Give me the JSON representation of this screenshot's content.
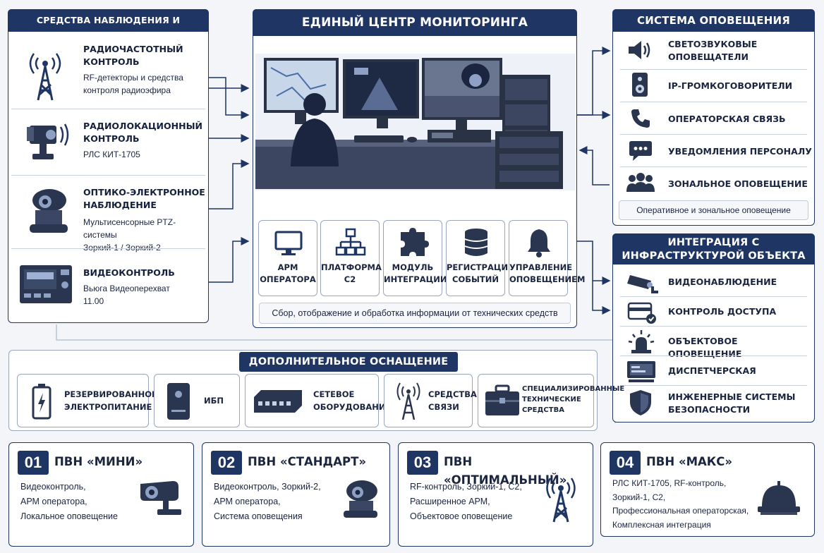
{
  "left_panel": {
    "title": "СРЕДСТВА НАБЛЮДЕНИЯ И ОБНАРУЖЕНИЯ",
    "items": [
      {
        "title_1": "РАДИОЧАСТОТНЫЙ",
        "title_2": "КОНТРОЛЬ",
        "desc_1": "RF-детекторы и средства",
        "desc_2": "контроля радиоэфира",
        "icon": "radio-tower-icon"
      },
      {
        "title_1": "РАДИОЛОКАЦИОННЫЙ",
        "title_2": "КОНТРОЛЬ",
        "desc_1": "РЛС КИТ-1705",
        "desc_2": "",
        "icon": "radar-camera-icon"
      },
      {
        "title_1": "ОПТИКО-ЭЛЕКТРОННОЕ",
        "title_2": "НАБЛЮДЕНИЕ",
        "desc_1": "Мультисенсорные PTZ-системы",
        "desc_2": "Зоркий-1 / Зоркий-2",
        "icon": "ptz-camera-icon"
      },
      {
        "title_1": "ВИДЕОКОНТРОЛЬ",
        "title_2": "",
        "desc_1": "Вьюга Видеоперехват",
        "desc_2": "11.00",
        "icon": "video-receiver-icon"
      }
    ]
  },
  "center_panel": {
    "title": "ЕДИНЫЙ ЦЕНТР МОНИТОРИНГА",
    "modules": [
      {
        "line_1": "АРМ",
        "line_2": "ОПЕРАТОРА",
        "icon": "monitor-icon"
      },
      {
        "line_1": "ПЛАТФОРМА",
        "line_2": "С2",
        "icon": "hierarchy-icon"
      },
      {
        "line_1": "МОДУЛЬ",
        "line_2": "ИНТЕГРАЦИИ",
        "icon": "puzzle-icon"
      },
      {
        "line_1": "РЕГИСТРАЦИЯ",
        "line_2": "СОБЫТИЙ",
        "icon": "database-icon"
      },
      {
        "line_1": "УПРАВЛЕНИЕ",
        "line_2": "ОПОВЕЩЕНИЕМ",
        "icon": "bell-icon"
      }
    ],
    "footer": "Сбор, отображение и обработка информации от технических средств"
  },
  "alert_panel": {
    "title": "СИСТЕМА ОПОВЕЩЕНИЯ",
    "items": [
      {
        "line_1": "СВЕТОЗВУКОВЫЕ",
        "line_2": "ОПОВЕЩАТЕЛИ",
        "icon": "speaker-icon"
      },
      {
        "line_1": "IP-ГРОМКОГОВОРИТЕЛИ",
        "line_2": "",
        "icon": "loudspeaker-box-icon"
      },
      {
        "line_1": "ОПЕРАТОРСКАЯ СВЯЗЬ",
        "line_2": "",
        "icon": "phone-icon"
      },
      {
        "line_1": "УВЕДОМЛЕНИЯ ПЕРСОНАЛУ",
        "line_2": "",
        "icon": "chat-icon"
      },
      {
        "line_1": "ЗОНАЛЬНОЕ ОПОВЕЩЕНИЕ",
        "line_2": "",
        "icon": "group-icon"
      }
    ],
    "footer": "Оперативное и зональное оповещение"
  },
  "integration_panel": {
    "title_1": "ИНТЕГРАЦИЯ С",
    "title_2": "ИНФРАСТРУКТУРОЙ ОБЪЕКТА",
    "items": [
      {
        "line_1": "ВИДЕОНАБЛЮДЕНИЕ",
        "line_2": "",
        "icon": "cctv-icon"
      },
      {
        "line_1": "КОНТРОЛЬ ДОСТУПА",
        "line_2": "",
        "icon": "access-card-icon"
      },
      {
        "line_1": "ОБЪЕКТОВОЕ ОПОВЕЩЕНИЕ",
        "line_2": "",
        "icon": "beacon-icon"
      },
      {
        "line_1": "ДИСПЕТЧЕРСКАЯ",
        "line_2": "",
        "icon": "dispatch-icon"
      },
      {
        "line_1": "ИНЖЕНЕРНЫЕ СИСТЕМЫ",
        "line_2": "БЕЗОПАСНОСТИ",
        "icon": "shield-icon"
      }
    ]
  },
  "equipment_panel": {
    "title": "ДОПОЛНИТЕЛЬНОЕ ОСНАЩЕНИЕ",
    "items": [
      {
        "line_1": "РЕЗЕРВИРОВАННОЕ",
        "line_2": "ЭЛЕКТРОПИТАНИЕ",
        "line_3": "",
        "icon": "battery-icon"
      },
      {
        "line_1": "ИБП",
        "line_2": "",
        "line_3": "",
        "icon": "ups-icon"
      },
      {
        "line_1": "СЕТЕВОЕ",
        "line_2": "ОБОРУДОВАНИЕ",
        "line_3": "",
        "icon": "network-switch-icon"
      },
      {
        "line_1": "СРЕДСТВА",
        "line_2": "СВЯЗИ",
        "line_3": "",
        "icon": "antenna-icon"
      },
      {
        "line_1": "СПЕЦИАЛИЗИРОВАННЫЕ",
        "line_2": "ТЕХНИЧЕСКИЕ",
        "line_3": "СРЕДСТВА",
        "icon": "toolbox-icon"
      }
    ]
  },
  "packages": [
    {
      "num": "01",
      "title": "ПВН «МИНИ»",
      "desc": [
        "Видеоконтроль,",
        "АРМ оператора,",
        "Локальное оповещение"
      ],
      "icon": "bullet-camera-icon"
    },
    {
      "num": "02",
      "title": "ПВН «СТАНДАРТ»",
      "desc": [
        "Видеоконтроль, Зоркий-2,",
        "АРМ оператора,",
        "Система оповещения"
      ],
      "icon": "ptz-camera-icon"
    },
    {
      "num": "03",
      "title": "ПВН «ОПТИМАЛЬНЫЙ»",
      "desc": [
        "RF-контроль, Зоркий-1, С2,",
        "Расширенное АРМ,",
        "Объектовое оповещение"
      ],
      "icon": "radio-tower-icon"
    },
    {
      "num": "04",
      "title": "ПВН «МАКС»",
      "desc": [
        "РЛС КИТ-1705, RF-контроль,",
        "Зоркий-1, С2,",
        "Профессиональная операторская,",
        "Комплексная интеграция"
      ],
      "icon": "dome-icon"
    }
  ],
  "colors": {
    "navy": "#1f3564",
    "border": "#9aa6bd",
    "bg": "#f3f5f9"
  }
}
